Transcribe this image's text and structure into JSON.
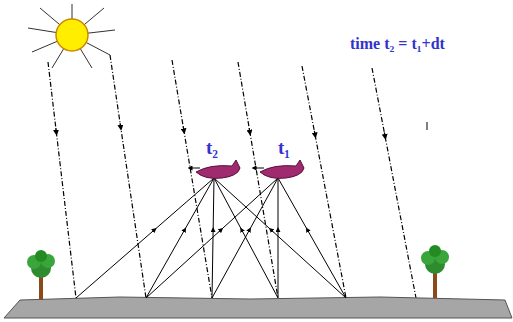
{
  "diagram": {
    "labels": [
      "time t₂ = t₁+dt",
      "t₂",
      "t₁"
    ]
  }
}
